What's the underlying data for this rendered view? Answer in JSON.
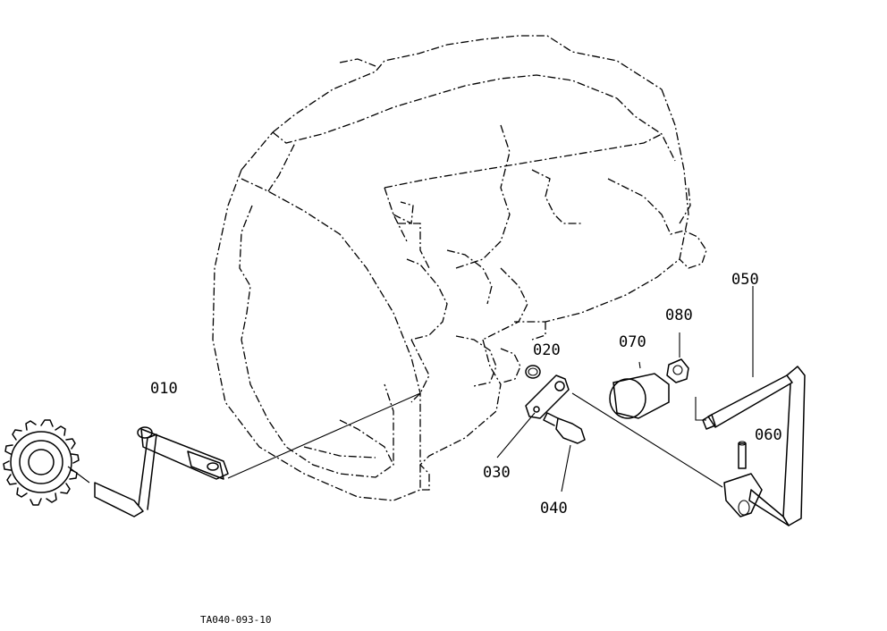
{
  "labels": {
    "p010": "010",
    "p020": "020",
    "p030": "030",
    "p040": "040",
    "p050": "050",
    "p060": "060",
    "p070": "070",
    "p080": "080"
  },
  "reference_code": "TA040-093-10"
}
